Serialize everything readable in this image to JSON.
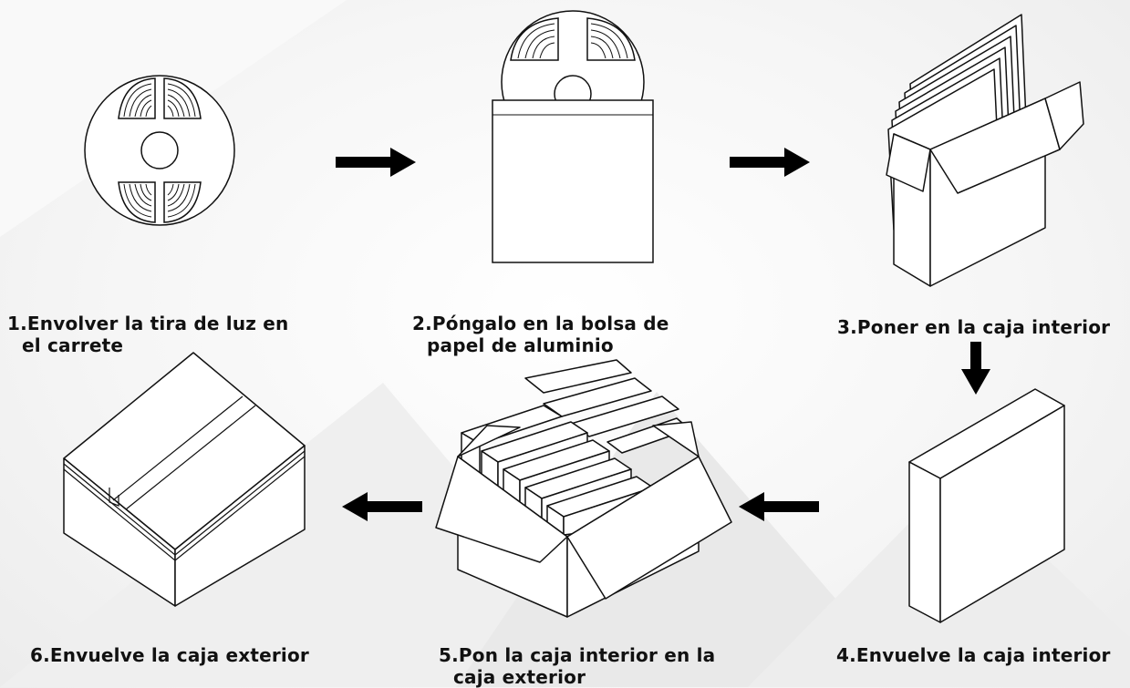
{
  "steps": [
    {
      "line1": "1.Envolver la tira de luz en",
      "line2": "el  carrete"
    },
    {
      "line1": "2.Póngalo  en  la  bolsa  de",
      "line2": "papel de aluminio"
    },
    {
      "line1": "3.Poner en la caja interior",
      "line2": ""
    },
    {
      "line1": "4.Envuelve la caja interior",
      "line2": ""
    },
    {
      "line1": "5.Pon la caja interior en la",
      "line2": "caja exterior"
    },
    {
      "line1": "6.Envuelve la caja exterior",
      "line2": ""
    }
  ],
  "colors": {
    "line": "#111111",
    "fill": "#ffffff",
    "arrow": "#000000"
  }
}
